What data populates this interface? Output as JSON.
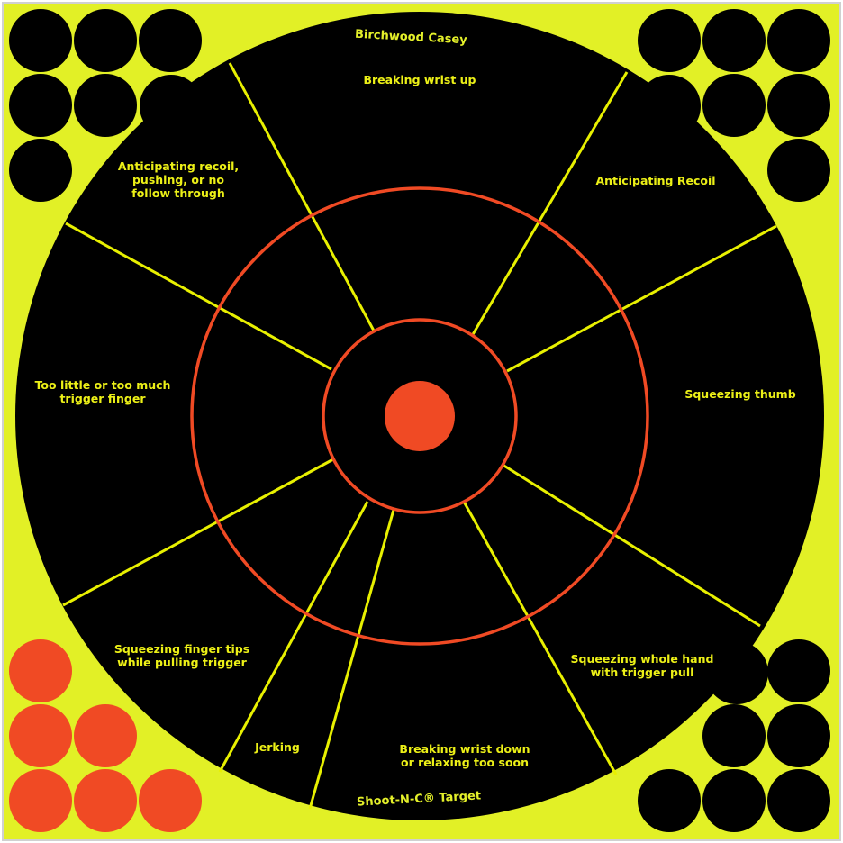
{
  "brand": {
    "top": "Birchwood Casey",
    "bottom": "Shoot-N-C® Target"
  },
  "colors": {
    "background": "#e2f026",
    "target_black": "#000000",
    "divider_yellow": "#e8f000",
    "ring_orange": "#f04a24",
    "label_yellow": "#ecf017",
    "sheet_border": "#d0d0d0"
  },
  "segments": [
    {
      "id": "top",
      "lines": [
        "Breaking wrist up"
      ]
    },
    {
      "id": "top-right",
      "lines": [
        "Anticipating Recoil"
      ]
    },
    {
      "id": "right",
      "lines": [
        "Squeezing thumb"
      ]
    },
    {
      "id": "bottom-right",
      "lines": [
        "Squeezing whole hand",
        "with trigger pull"
      ]
    },
    {
      "id": "bottom",
      "lines": [
        "Breaking wrist down",
        "or relaxing too soon"
      ]
    },
    {
      "id": "bottom-left-narrow",
      "lines": [
        "Jerking"
      ]
    },
    {
      "id": "bottom-left",
      "lines": [
        "Squeezing finger tips",
        "while pulling trigger"
      ]
    },
    {
      "id": "left",
      "lines": [
        "Too little or too much",
        "trigger finger"
      ]
    },
    {
      "id": "top-left",
      "lines": [
        "Anticipating recoil,",
        "pushing, or no",
        "follow through"
      ]
    }
  ],
  "pasters": {
    "top-left": {
      "count": 7,
      "color": "black"
    },
    "top-right": {
      "count": 7,
      "color": "black"
    },
    "bottom-left": {
      "count": 6,
      "color": "orange"
    },
    "bottom-right": {
      "count": 7,
      "color": "black"
    }
  }
}
